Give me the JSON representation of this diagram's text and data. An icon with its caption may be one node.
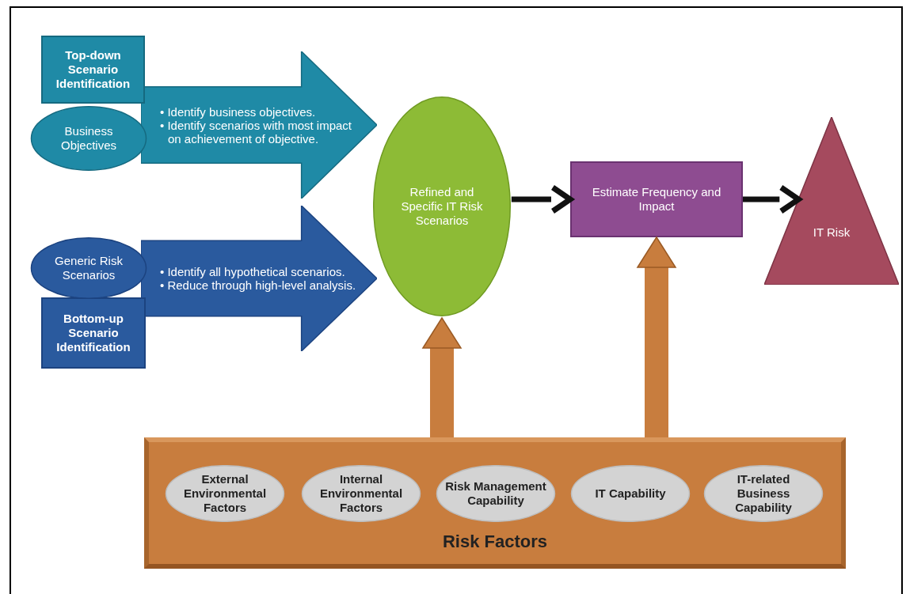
{
  "diagram": {
    "nodes": [
      {
        "text": [
          "Top-down Scenario Identification"
        ]
      },
      {
        "text": [
          "Business Objectives"
        ]
      },
      {
        "text": [
          "• Identify business objectives.",
          "• Identify scenarios with most impact on achievement of objective."
        ]
      },
      {
        "text": [
          "Generic Risk Scenarios"
        ]
      },
      {
        "text": [
          "Bottom-up Scenario Identification"
        ]
      },
      {
        "text": [
          "• Identify all hypothetical scenarios.",
          "• Reduce through high-level analysis."
        ]
      },
      {
        "text": [
          "Refined and Specific IT Risk Scenarios"
        ]
      },
      {
        "text": [
          "Estimate Frequency and Impact"
        ]
      },
      {
        "text": [
          "IT Risk"
        ]
      },
      {
        "text": [
          "Risk Factors"
        ]
      },
      {
        "text": [
          "External Environmental Factors"
        ],
        "in": 9
      },
      {
        "text": [
          "Internal Environmental Factors"
        ],
        "in": 9
      },
      {
        "text": [
          "Risk Management Capability"
        ],
        "in": 9
      },
      {
        "text": [
          "IT Capability"
        ],
        "in": 9
      },
      {
        "text": [
          "IT-related Business Capability"
        ],
        "in": 9
      }
    ],
    "edges": [
      {
        "from": 6,
        "to": 7,
        "arrow": "to"
      },
      {
        "from": 7,
        "to": 8,
        "arrow": "to"
      },
      {
        "from": 9,
        "to": 6,
        "arrow": "to",
        "style": "thick",
        "color": "#c87d3e"
      },
      {
        "from": 9,
        "to": 7,
        "arrow": "to",
        "style": "thick",
        "color": "#c87d3e"
      }
    ]
  }
}
